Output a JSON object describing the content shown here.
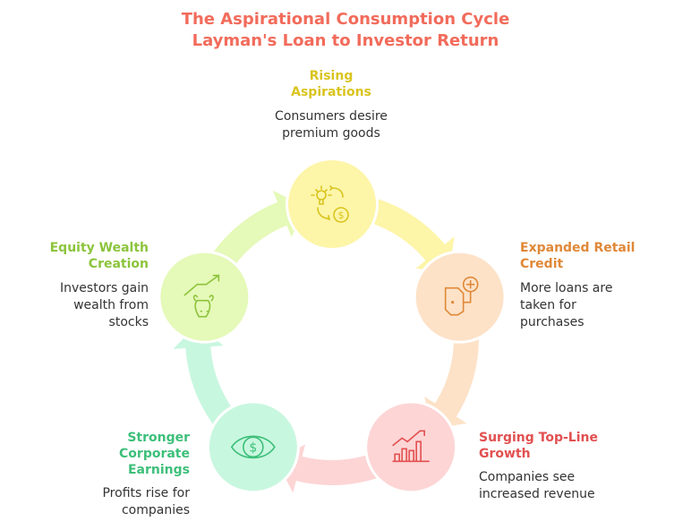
{
  "title": {
    "line1": "The Aspirational Consumption Cycle",
    "line2": "Layman's Loan to Investor Return"
  },
  "stages": [
    {
      "title1": "Rising",
      "title2": "Aspirations",
      "desc1": "Consumers desire",
      "desc2": "premium goods",
      "desc3": "",
      "icon": "lightbulb-money-cycle-icon",
      "color": "#d9c41e",
      "fill": "#fdf5a8"
    },
    {
      "title1": "Expanded Retail",
      "title2": "Credit",
      "desc1": "More loans are",
      "desc2": "taken for",
      "desc3": "purchases",
      "icon": "wallet-plus-icon",
      "color": "#e08838",
      "fill": "#fde2c8"
    },
    {
      "title1": "Surging Top-Line",
      "title2": "Growth",
      "desc1": "Companies see",
      "desc2": "increased revenue",
      "desc3": "",
      "icon": "bar-chart-growth-icon",
      "color": "#e25050",
      "fill": "#fdd5d5"
    },
    {
      "title1": "Stronger",
      "title2": "Corporate",
      "title3": "Earnings",
      "desc1": "Profits rise for",
      "desc2": "companies",
      "desc3": "",
      "icon": "eye-dollar-icon",
      "color": "#3dbf7a",
      "fill": "#c8f7df"
    },
    {
      "title1": "Equity Wealth",
      "title2": "Creation",
      "desc1": "Investors gain",
      "desc2": "wealth from",
      "desc3": "stocks",
      "icon": "bull-trend-icon",
      "color": "#8cc43c",
      "fill": "#e5f9b8"
    }
  ]
}
